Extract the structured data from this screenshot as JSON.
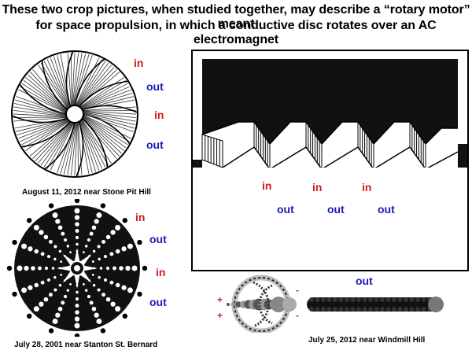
{
  "title": {
    "line1": "These two crop pictures, when studied together, may describe a “rotary motor” meant",
    "line2": "for space propulsion, in which a conductive disc rotates over an AC electromagnet"
  },
  "labels": {
    "in": "in",
    "out": "out",
    "plus": "+",
    "minus": "-"
  },
  "captions": {
    "stone_pit": "August 11, 2012 near Stone Pit Hill",
    "stanton": "July 28, 2001 near Stanton St. Bernard",
    "windmill": "July  25, 2012  near  Windmill  Hill"
  },
  "colors": {
    "in": "#d11a1a",
    "out": "#1a1ab8"
  }
}
